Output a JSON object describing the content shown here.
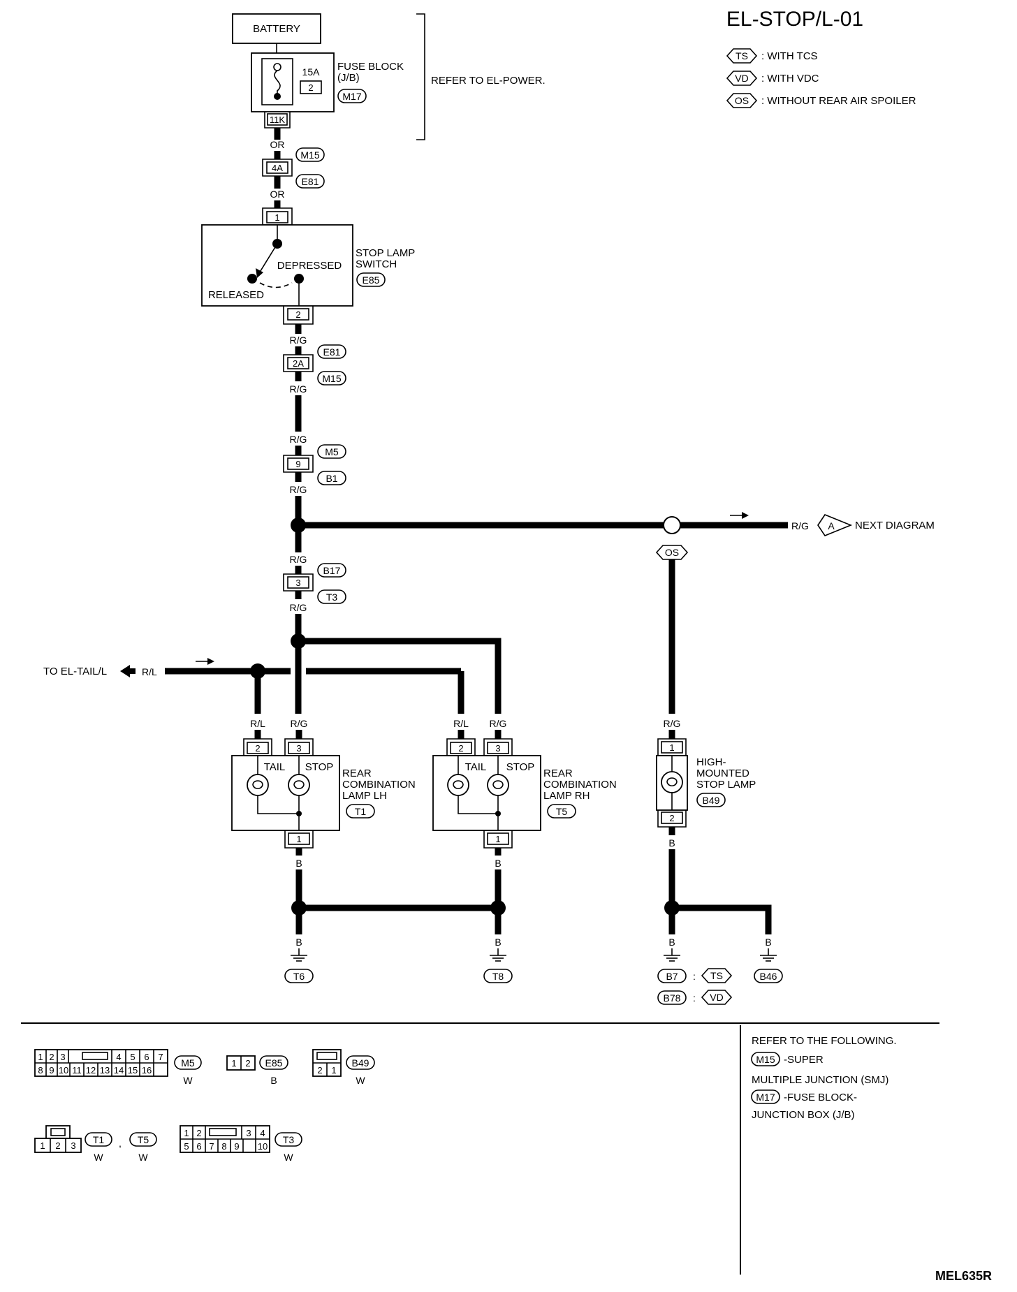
{
  "title": "EL-STOP/L-01",
  "footer_code": "MEL635R",
  "legend": [
    {
      "code": "TS",
      "text": ": WITH TCS"
    },
    {
      "code": "VD",
      "text": ": WITH VDC"
    },
    {
      "code": "OS",
      "text": ": WITHOUT REAR AIR SPOILER"
    }
  ],
  "battery": "BATTERY",
  "fuse": {
    "rating": "15A",
    "number": "2",
    "label_1": "FUSE BLOCK",
    "label_2": "(J/B)",
    "connector": "M17",
    "terminal": "11K"
  },
  "refer_power": "REFER TO EL-POWER.",
  "joints": {
    "j1": {
      "pin": "4A",
      "top": "M15",
      "bottom": "E81",
      "wire_top": "OR",
      "wire_bottom": "OR"
    },
    "j2": {
      "pin": "2A",
      "top": "E81",
      "bottom": "M15",
      "wire_top": "R/G",
      "wire_bottom": "R/G"
    },
    "j3": {
      "pin": "9",
      "top": "M5",
      "bottom": "B1",
      "wire_top": "R/G",
      "wire_bottom": "R/G"
    },
    "j4": {
      "pin": "3",
      "top": "B17",
      "bottom": "T3",
      "wire_top": "R/G",
      "wire_bottom": "R/G"
    }
  },
  "stop_switch": {
    "pin_in": "1",
    "pin_out": "2",
    "depressed": "DEPRESSED",
    "released": "RELEASED",
    "label_1": "STOP LAMP",
    "label_2": "SWITCH",
    "connector": "E85"
  },
  "next_diagram": {
    "wire": "R/G",
    "letter": "A",
    "text": "NEXT DIAGRAM",
    "option": "OS"
  },
  "to_tail": {
    "text": "TO EL-TAIL/L",
    "wire": "R/L"
  },
  "lamp_lh": {
    "wire_tail": "R/L",
    "wire_stop": "R/G",
    "pin_tail": "2",
    "pin_stop": "3",
    "tail": "TAIL",
    "stop": "STOP",
    "label_1": "REAR",
    "label_2": "COMBINATION",
    "label_3": "LAMP LH",
    "connector": "T1",
    "pin_gnd": "1",
    "wire_gnd": "B"
  },
  "lamp_rh": {
    "wire_tail": "R/L",
    "wire_stop": "R/G",
    "pin_tail": "2",
    "pin_stop": "3",
    "tail": "TAIL",
    "stop": "STOP",
    "label_1": "REAR",
    "label_2": "COMBINATION",
    "label_3": "LAMP RH",
    "connector": "T5",
    "pin_gnd": "1",
    "wire_gnd": "B"
  },
  "high_mount": {
    "wire_in": "R/G",
    "pin_in": "1",
    "pin_out": "2",
    "label_1": "HIGH-",
    "label_2": "MOUNTED",
    "label_3": "STOP LAMP",
    "connector": "B49",
    "wire_gnd": "B"
  },
  "grounds": [
    {
      "wire": "B",
      "name": "T6"
    },
    {
      "wire": "B",
      "name": "T8"
    },
    {
      "wire": "B",
      "name": "B7",
      "option": "TS",
      "alt_name": "B78",
      "alt_option": "VD"
    },
    {
      "wire": "B",
      "name": "B46"
    }
  ],
  "conn_m5": {
    "row1": [
      "1",
      "2",
      "3",
      "",
      "4",
      "5",
      "6",
      "7"
    ],
    "row2": [
      "8",
      "9",
      "10",
      "11",
      "12",
      "13",
      "14",
      "15",
      "16"
    ],
    "name": "M5",
    "color": "W"
  },
  "conn_e85": {
    "pins": [
      "1",
      "2"
    ],
    "name": "E85",
    "color": "B"
  },
  "conn_b49": {
    "pins": [
      "2",
      "1"
    ],
    "name": "B49",
    "color": "W"
  },
  "conn_t1": {
    "pins": [
      "1",
      "2",
      "3"
    ],
    "name": "T1",
    "name2": "T5",
    "color": "W",
    "color2": "W",
    "sep": ","
  },
  "conn_t3": {
    "row1": [
      "1",
      "2",
      "",
      "3",
      "4"
    ],
    "row2": [
      "5",
      "6",
      "7",
      "8",
      "9",
      "10"
    ],
    "name": "T3",
    "color": "W"
  },
  "refer": {
    "line1": "REFER TO THE FOLLOWING.",
    "m15": "M15",
    "m15_text": "-SUPER",
    "line3": "MULTIPLE JUNCTION (SMJ)",
    "m17": "M17",
    "m17_text": "-FUSE BLOCK-",
    "line5": "JUNCTION BOX (J/B)"
  }
}
